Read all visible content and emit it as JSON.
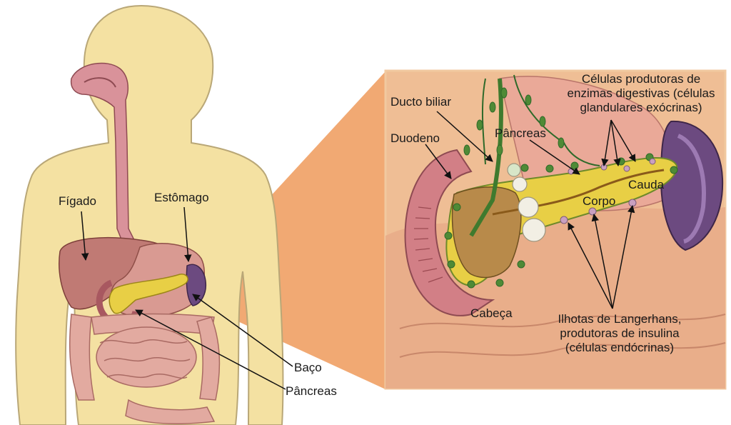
{
  "colors": {
    "skin": "#f4e1a2",
    "skin_outline": "#b9a777",
    "liver": "#c07a74",
    "stomach": "#d99a92",
    "pancreas": "#e8cf45",
    "intestine": "#e2aaa0",
    "spleen": "#6c4a80",
    "esophagus": "#c97c7c",
    "panel_bg": "#efbe95",
    "panel_border": "#f1c9a0",
    "zoom_wedge": "#ef9a5a",
    "islet": "#c9a0c0",
    "vessel": "#2f6a2a"
  },
  "labels": {
    "figado": "Fígado",
    "estomago": "Estômago",
    "baco": "Baço",
    "pancreas_left": "Pâncreas",
    "ducto_biliar": "Ducto biliar",
    "duodeno": "Duodeno",
    "pancreas_detail": "Pâncreas",
    "celulas_exocrinas": [
      "Células produtoras de",
      "enzimas digestivas (células",
      "glandulares exócrinas)"
    ],
    "cauda": "Cauda",
    "corpo": "Corpo",
    "cabeca": "Cabeça",
    "ilhotas": [
      "Ilhotas de Langerhans,",
      "produtoras de insulina",
      "(células endócrinas)"
    ]
  }
}
